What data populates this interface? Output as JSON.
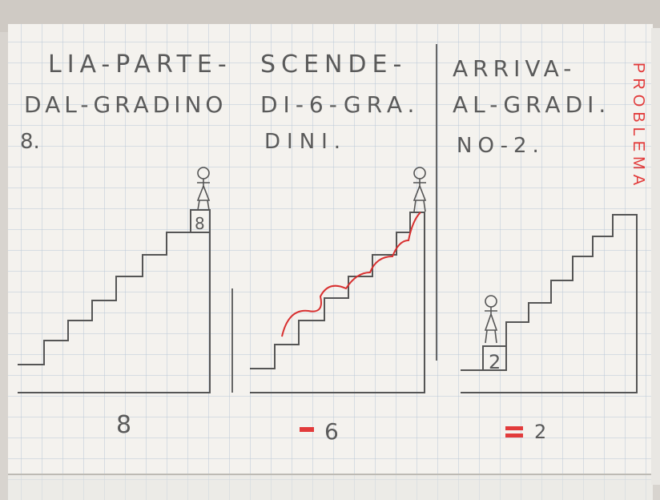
{
  "photo": {
    "description_colors": {
      "paper": "#f4f2ee",
      "grid": "#b9c7d6",
      "pencil": "#555555",
      "red": "#e23b3b",
      "floor": "#d8d4cf"
    }
  },
  "problem": {
    "title_vertical": "PROBLEMA",
    "sentence": {
      "part1_line1": "LIA-PARTE-",
      "part1_line2": "DAL-GRADINO",
      "part1_line3": "8.",
      "part2_line1": "SCENDE-",
      "part2_line2": "DI-6-GRA.",
      "part2_line3": "DINI.",
      "part3_line1": "ARRIVA-",
      "part3_line2": "AL-GRADI.",
      "part3_line3": "NO-2."
    }
  },
  "panels": {
    "left": {
      "step_label": "8",
      "number_below": "8"
    },
    "middle": {
      "number_below": "6",
      "operator": "−"
    },
    "right": {
      "step_label": "2",
      "number_below": "2",
      "operator": "="
    }
  }
}
